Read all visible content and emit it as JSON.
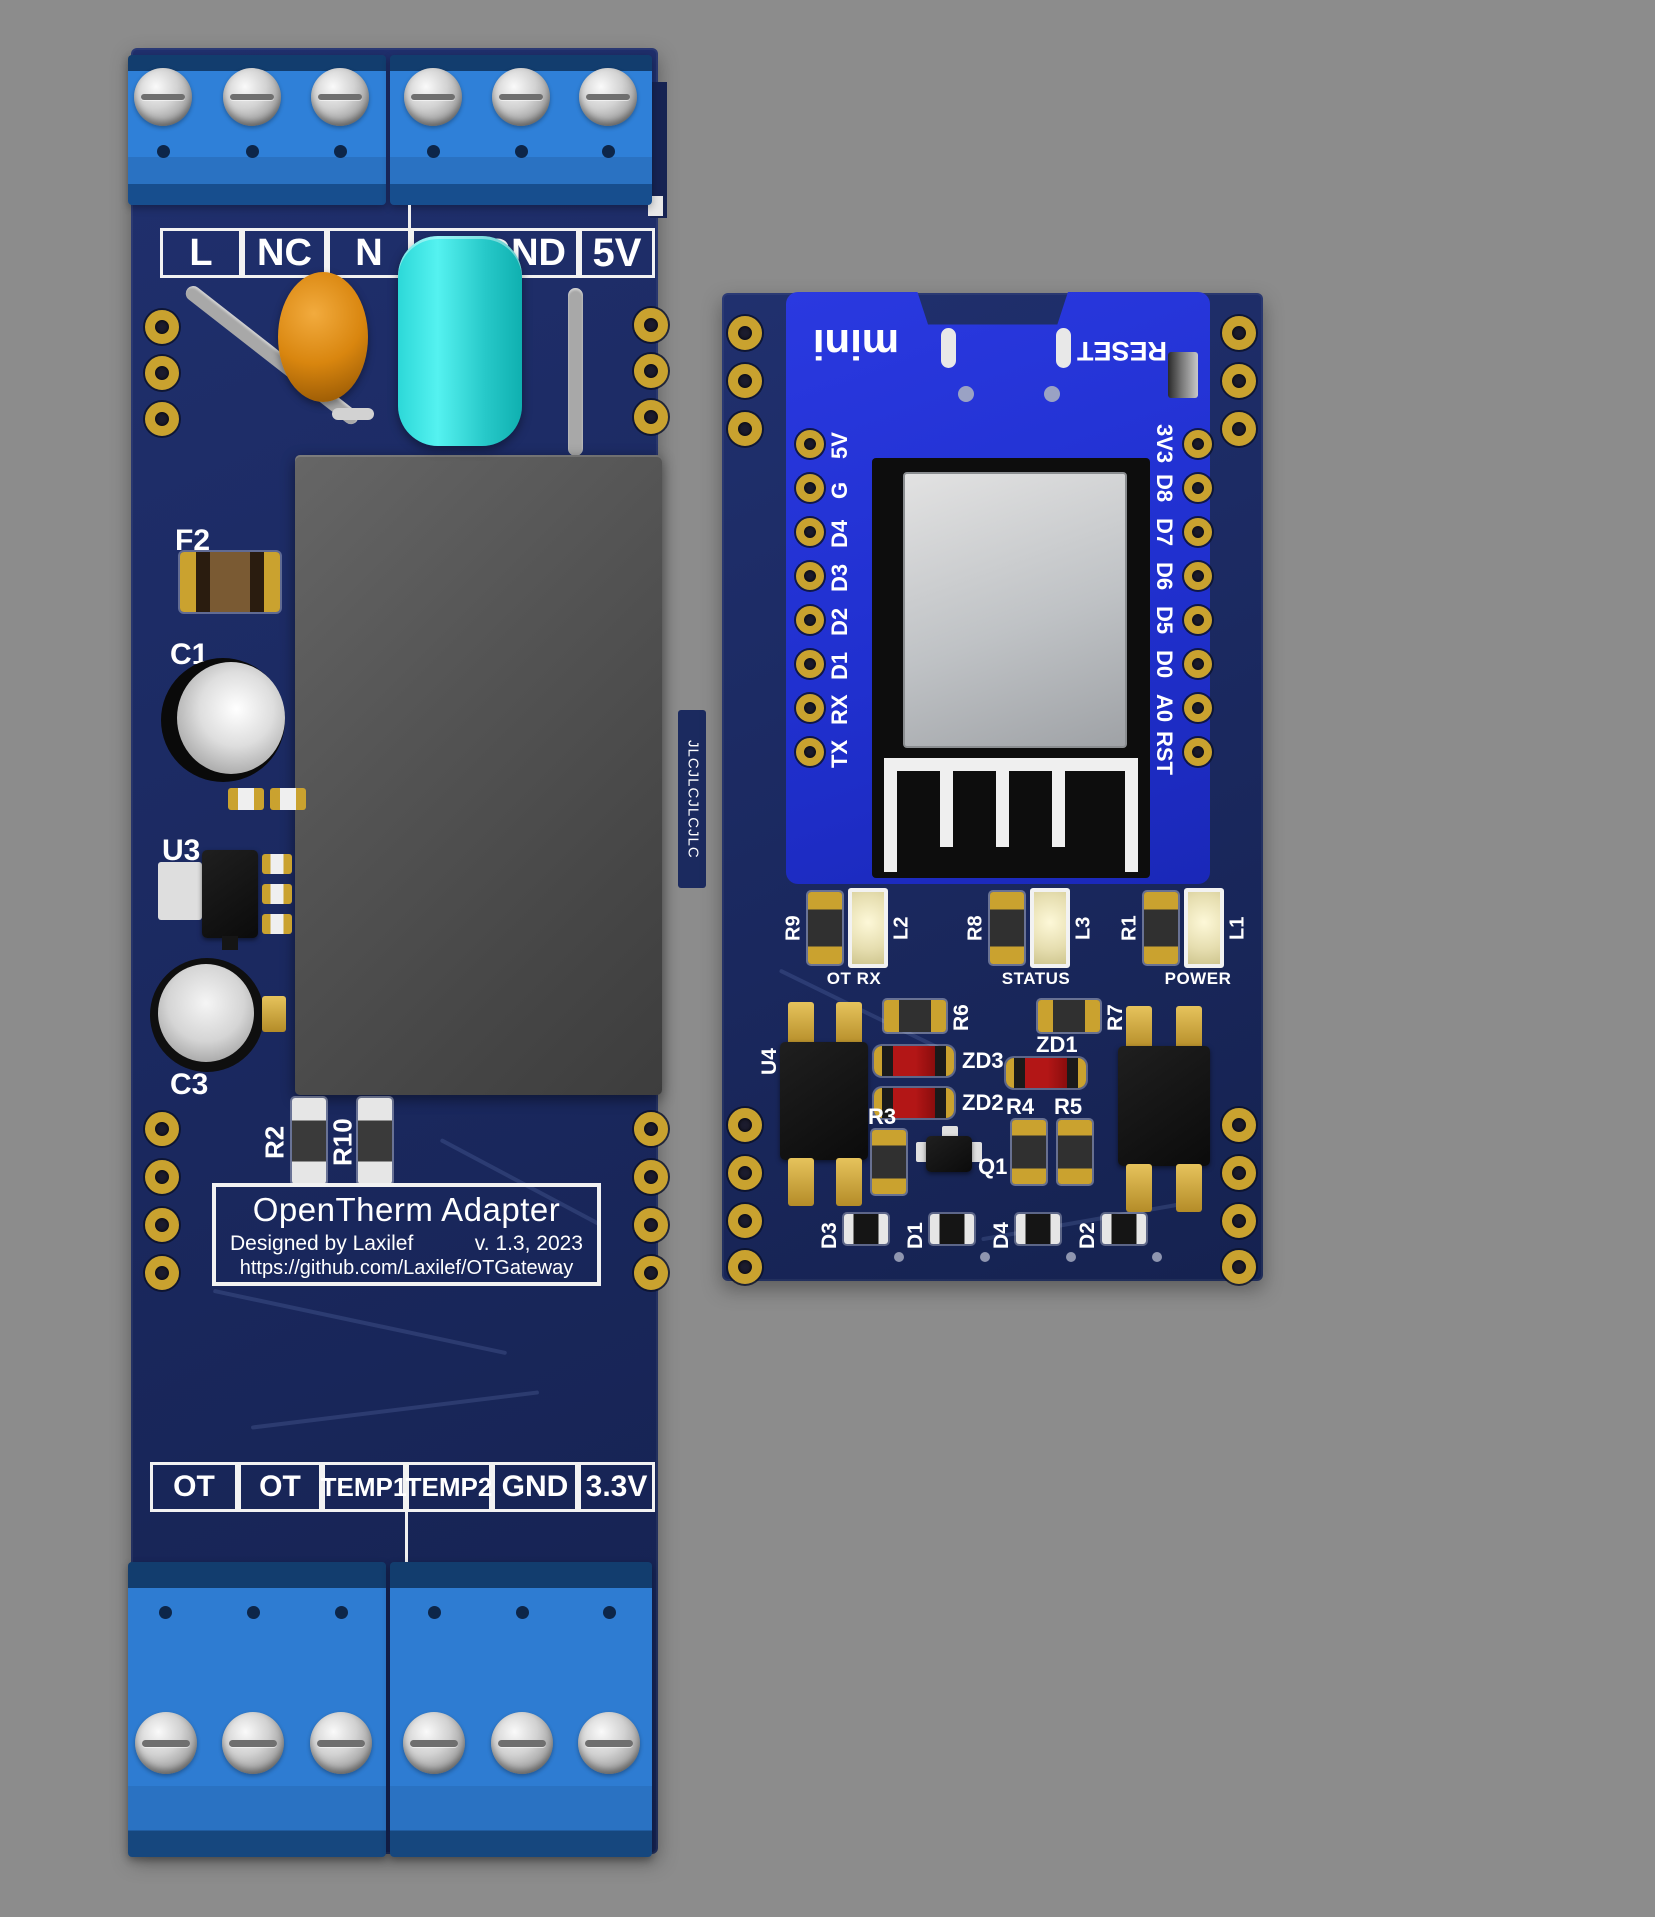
{
  "colors": {
    "background": "#8c8c8c",
    "board_navy": "#1a285e",
    "terminal_blue": "#2f80d8",
    "mini_blue": "#2030cf",
    "gold_pad": "#c9a22f",
    "silkscreen": "#ffffff",
    "cyan_capacitor": "#38e2e0",
    "orange_capacitor": "#d9860f",
    "red_diode": "#b31616"
  },
  "left_board": {
    "top_labels": [
      "L",
      "NC",
      "N",
      "GND",
      "5V"
    ],
    "bottom_labels": [
      "OT",
      "OT",
      "TEMP1",
      "TEMP2",
      "GND",
      "3.3V"
    ],
    "refs": {
      "fuse": "F2",
      "cap1": "C1",
      "regulator": "U3",
      "cap3": "C3",
      "res2": "R2",
      "res10": "R10"
    },
    "title_block": {
      "title": "OpenTherm Adapter",
      "designer": "Designed by Laxilef",
      "version": "v. 1.3, 2023",
      "url": "https://github.com/Laxilef/OTGateway"
    }
  },
  "edge_tab_text": "JLCJLCJLCJLC",
  "mini": {
    "logo": "mini",
    "reset_label": "RESET",
    "left_pins": [
      "5V",
      "G",
      "D4",
      "D3",
      "D2",
      "D1",
      "RX",
      "TX"
    ],
    "right_pins": [
      "3V3",
      "D8",
      "D7",
      "D6",
      "D5",
      "D0",
      "A0",
      "RST"
    ]
  },
  "right_board": {
    "led_groups": [
      {
        "res": "R9",
        "led": "L2",
        "caption": "OT RX"
      },
      {
        "res": "R8",
        "led": "L3",
        "caption": "STATUS"
      },
      {
        "res": "R1",
        "led": "L1",
        "caption": "POWER"
      }
    ],
    "refs": {
      "r6": "R6",
      "r7": "R7",
      "zd3": "ZD3",
      "zd1": "ZD1",
      "zd2": "ZD2",
      "r3": "R3",
      "r4": "R4",
      "r5": "R5",
      "q1": "Q1",
      "u4": "U4"
    },
    "diodes": [
      "D3",
      "D1",
      "D4",
      "D2"
    ]
  }
}
